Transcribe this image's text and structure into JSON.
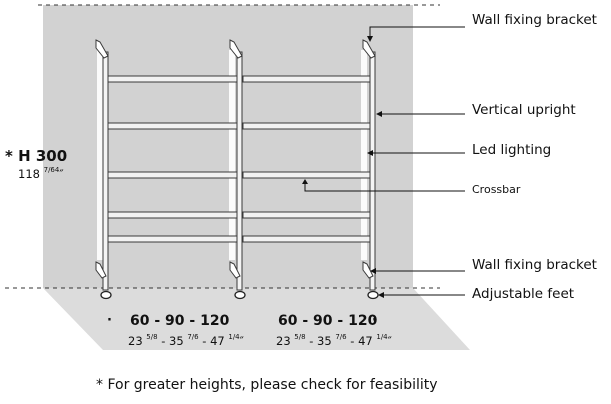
{
  "labels": {
    "wall_fixing_top": "Wall fixing bracket",
    "vertical_upright": "Vertical upright",
    "led_lighting": "Led lighting",
    "crossbar": "Crossbar",
    "wall_fixing_bottom": "Wall fixing bracket",
    "adjustable_feet": "Adjustable feet"
  },
  "height": {
    "main": "* H 300",
    "inch_whole": "118",
    "inch_fraction": "7/64",
    "inch_mark": "″"
  },
  "widths": [
    {
      "main": "60 - 90 - 120",
      "sub1_whole": "23",
      "sub1_frac": "5/8",
      "sub2_whole": "35",
      "sub2_frac": "7/6",
      "sub3_whole": "47",
      "sub3_frac": "1/4",
      "sep": " - ",
      "inch_mark": "″"
    },
    {
      "main": "60 - 90 - 120",
      "sub1_whole": "23",
      "sub1_frac": "5/8",
      "sub2_whole": "35",
      "sub2_frac": "7/6",
      "sub3_whole": "47",
      "sub3_frac": "1/4",
      "sep": " - ",
      "inch_mark": "″"
    }
  ],
  "separator_dot": "·",
  "footnote": "* For greater heights, please check for feasibility",
  "colors": {
    "wall": "#d2d2d2",
    "floor": "#dcdcdc",
    "frame_stroke": "#3a3a3a",
    "shelf_fill": "#f2f2f2",
    "led_glow": "#ffffff",
    "leader": "#111111"
  }
}
